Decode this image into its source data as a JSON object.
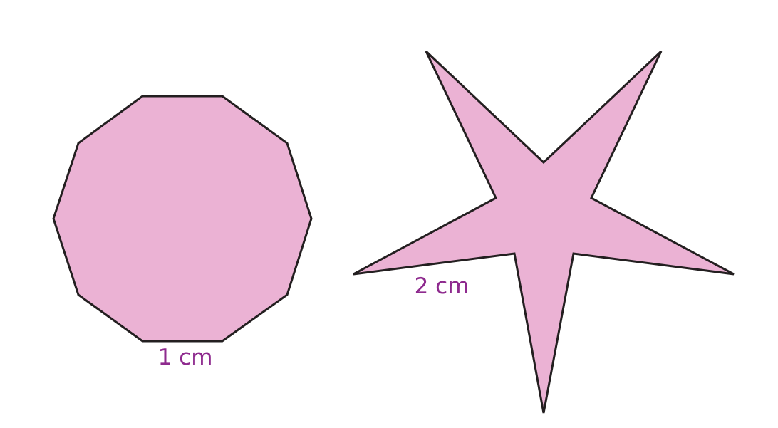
{
  "colors": {
    "fill": "#ebb2d4",
    "outline": "#231f20",
    "label": "#8e2a8e",
    "background": "#ffffff"
  },
  "shapes": {
    "decagon": {
      "sides": 10,
      "side_label": "1 cm"
    },
    "star": {
      "points": 5,
      "side_label": "2 cm"
    }
  }
}
